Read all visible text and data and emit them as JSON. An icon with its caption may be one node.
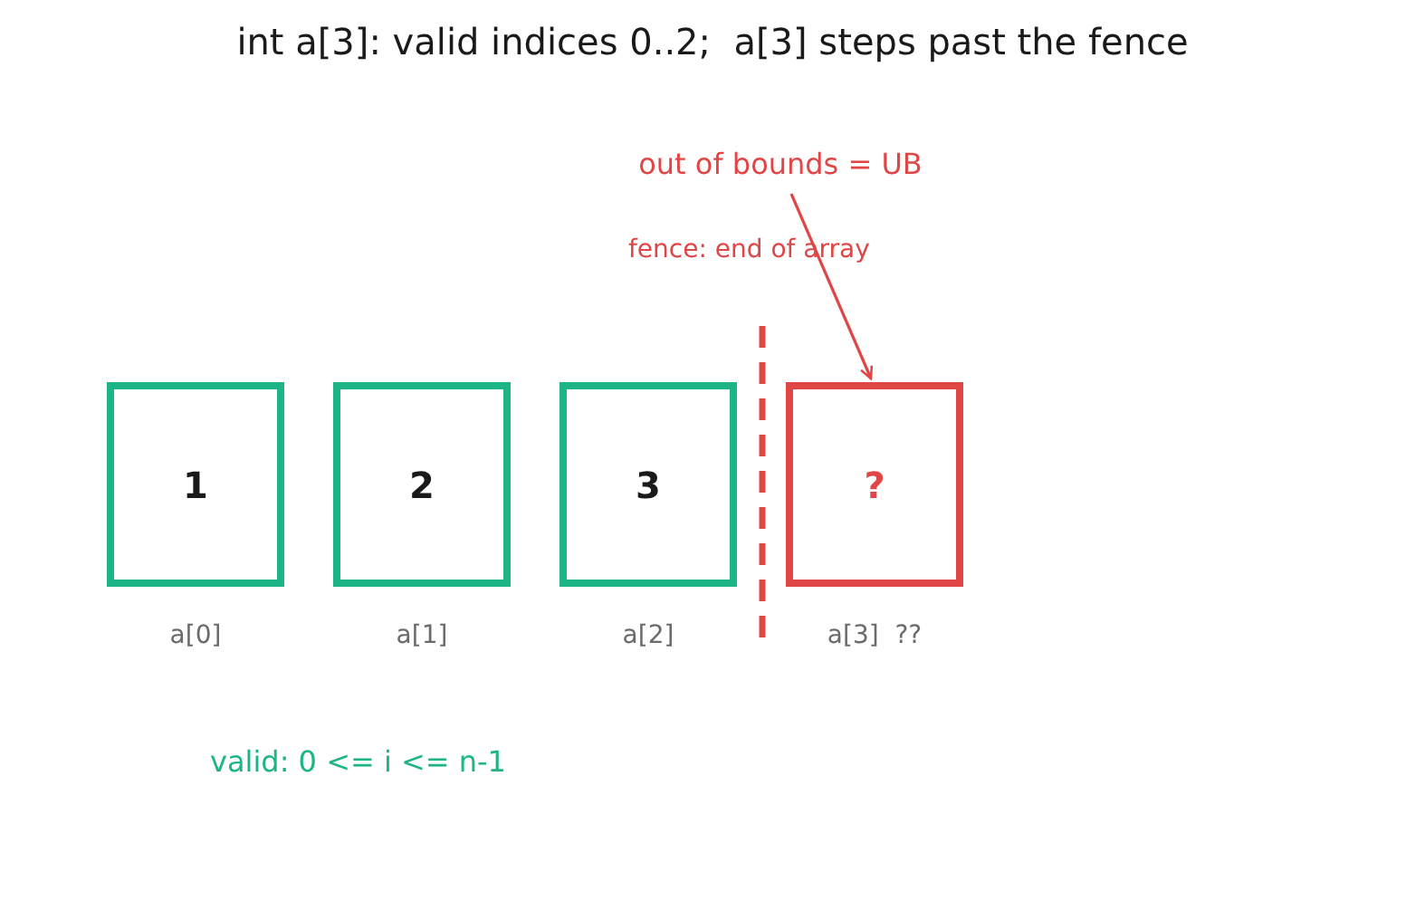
{
  "diagram": {
    "title": "int a[3]: valid indices 0..2;  a[3] steps past the fence",
    "nodes": [
      {
        "text": [
          "out of bounds = UB"
        ]
      },
      {
        "text": [
          "1"
        ],
        "beside": [
          "a[0]"
        ]
      },
      {
        "text": [
          "2"
        ],
        "beside": [
          "a[1]"
        ]
      },
      {
        "text": [
          "3"
        ],
        "beside": [
          "a[2]"
        ]
      },
      {
        "text": [
          "?"
        ],
        "beside": [
          "a[3]  ??"
        ]
      }
    ],
    "edges": [
      {
        "from": 0,
        "to": 4,
        "arrow": "to"
      }
    ],
    "labels": [
      "fence: end of array",
      "valid: 0 <= i <= n-1"
    ]
  }
}
